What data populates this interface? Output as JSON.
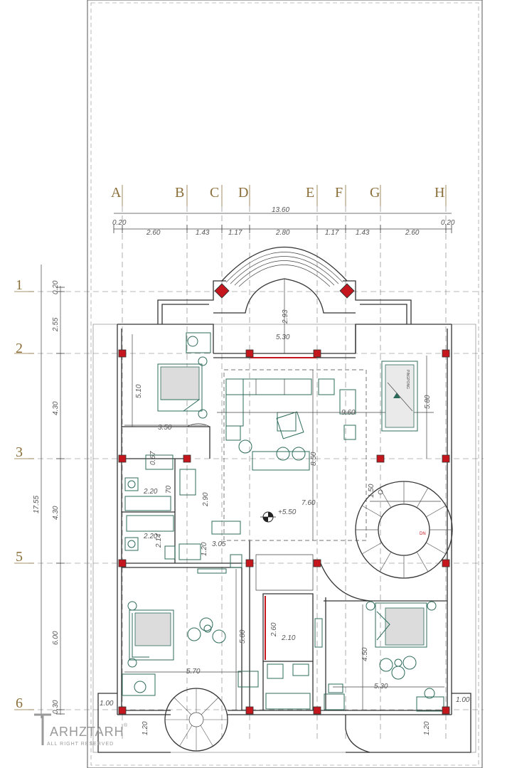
{
  "grid": {
    "columns": [
      "A",
      "B",
      "C",
      "D",
      "E",
      "F",
      "G",
      "H"
    ],
    "rows": [
      "1",
      "2",
      "3",
      "5",
      "6"
    ]
  },
  "dimensions": {
    "overall_width": "13.60",
    "col_spans": [
      "0.20",
      "2.60",
      "1.43",
      "1.17",
      "2.80",
      "1.17",
      "1.43",
      "2.60",
      "0.20"
    ],
    "row_spans": [
      "0.20",
      "2.55",
      "4.30",
      "4.30",
      "6.00",
      "0.30"
    ],
    "overall_height": "17.55",
    "inner": [
      "2.93",
      "5.30",
      "5.10",
      "3.50",
      "9.60",
      "5.80",
      "8.50",
      "1.50",
      "7.60",
      "2.20",
      "2.20",
      "2.14",
      "2.90",
      "3.05",
      "1.20",
      "2.60",
      "2.10",
      "5.80",
      "5.70",
      "4.50",
      "5.30",
      "1.00",
      "1.00",
      "1.20",
      "1.20"
    ],
    "small": [
      "0.67",
      "70"
    ]
  },
  "level": "+5.50",
  "stair_label": "DN",
  "table_label": "PINGPONG",
  "watermark": {
    "brand": "ARHZTARH",
    "sub": "ALL RIGHT RESERVED",
    "mark": "®"
  },
  "colors": {
    "label": "#8b6f3a",
    "column": "#c4161c",
    "furniture": "#2c6b5a"
  }
}
